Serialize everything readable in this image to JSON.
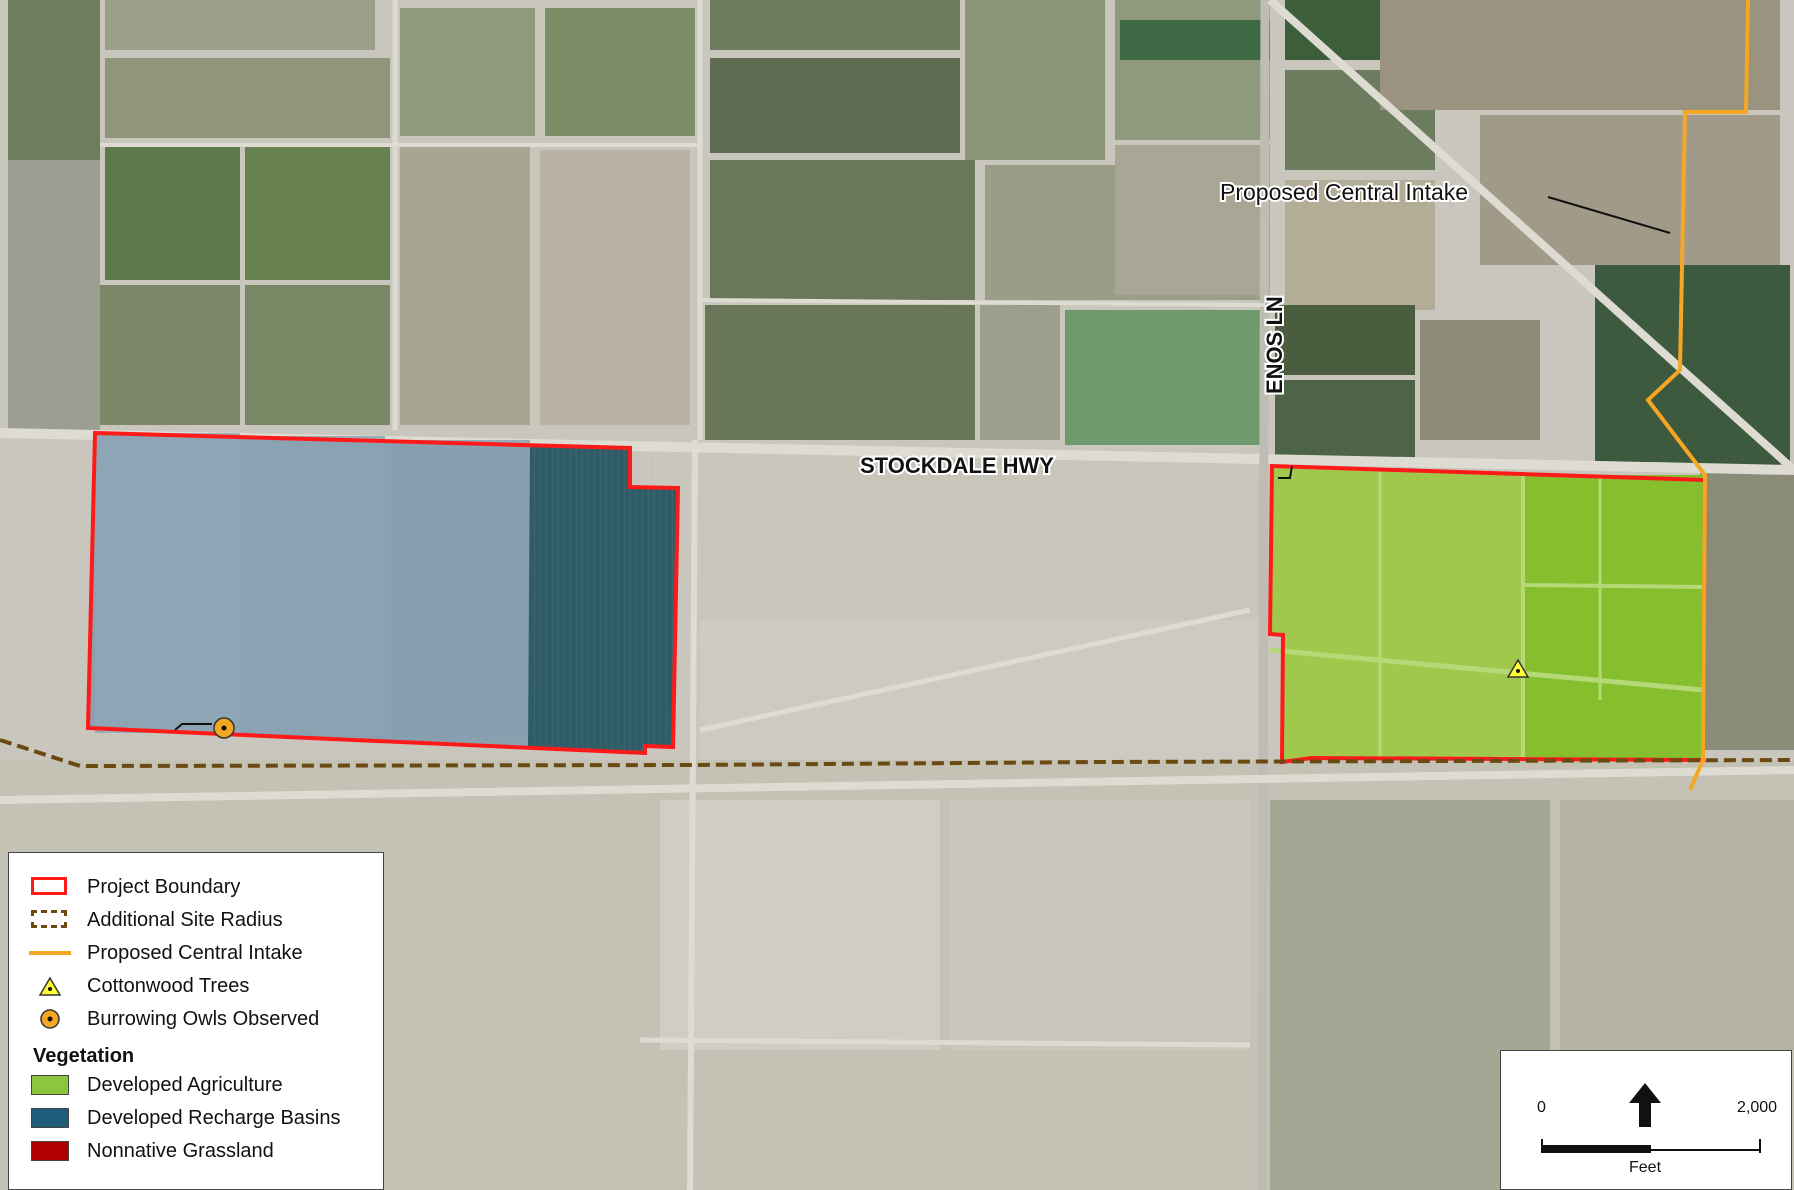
{
  "labels": {
    "stockdale": "STOCKDALE HWY",
    "enos": "ENOS LN",
    "intake": "Proposed Central Intake"
  },
  "legend": {
    "project_boundary": "Project Boundary",
    "additional_site_radius": "Additional Site Radius",
    "proposed_central_intake": "Proposed Central Intake",
    "cottonwood_trees": "Cottonwood Trees",
    "burrowing_owls": "Burrowing Owls Observed",
    "vegetation_heading": "Vegetation",
    "developed_agriculture": "Developed Agriculture",
    "developed_recharge_basins": "Developed Recharge Basins",
    "nonnative_grassland": "Nonnative Grassland"
  },
  "scale": {
    "min": "0",
    "max": "2,000",
    "unit": "Feet"
  },
  "colors": {
    "project_boundary": "#ff1a1a",
    "site_radius": "#6b4a12",
    "intake": "#f5a623",
    "developed_agriculture": "#8cc63f",
    "developed_recharge_basins": "#1f5c7a",
    "nonnative_grassland": "#b00000"
  }
}
